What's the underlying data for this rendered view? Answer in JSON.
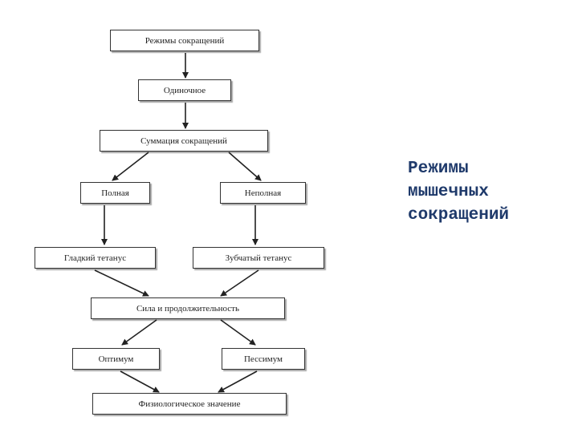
{
  "diagram": {
    "nodes": {
      "root": "Режимы сокращений",
      "single": "Одиночное",
      "summation": "Суммация сокращений",
      "full": "Полная",
      "partial": "Неполная",
      "smooth_tetanus": "Гладкий тетанус",
      "dentate_tetanus": "Зубчатый тетанус",
      "force_duration": "Сила и продолжительность",
      "optimum": "Оптимум",
      "pessimum": "Пессимум",
      "physiological": "Физиологическое значение"
    },
    "edges": [
      [
        "root",
        "single"
      ],
      [
        "single",
        "summation"
      ],
      [
        "summation",
        "full"
      ],
      [
        "summation",
        "partial"
      ],
      [
        "full",
        "smooth_tetanus"
      ],
      [
        "partial",
        "dentate_tetanus"
      ],
      [
        "smooth_tetanus",
        "force_duration"
      ],
      [
        "dentate_tetanus",
        "force_duration"
      ],
      [
        "force_duration",
        "optimum"
      ],
      [
        "force_duration",
        "pessimum"
      ],
      [
        "optimum",
        "physiological"
      ],
      [
        "pessimum",
        "physiological"
      ]
    ]
  },
  "side_title": {
    "line1": "Режимы",
    "line2": "мышечных",
    "line3": "сокращений"
  },
  "colors": {
    "title": "#1f3a6b",
    "box_border": "#333333",
    "arrow": "#222222"
  }
}
